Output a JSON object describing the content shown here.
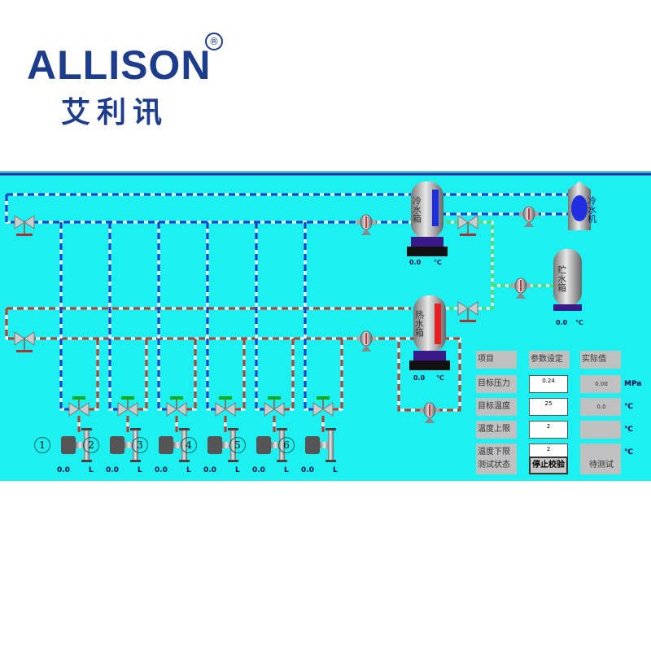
{
  "logo": {
    "brand": "ALLISON",
    "brand_cn": "艾利讯",
    "registered": "®"
  },
  "tanks": {
    "cold": "冷水箱",
    "hot": "热水箱",
    "storage": "贮水箱",
    "chiller": "冷水机",
    "cold_temp": "0.0",
    "hot_temp": "0.0",
    "storage_temp": "0.0",
    "temp_unit": "℃"
  },
  "stations": [
    {
      "num": "1",
      "value": "0.0",
      "unit": "L"
    },
    {
      "num": "2",
      "value": "0.0",
      "unit": "L"
    },
    {
      "num": "3",
      "value": "0.0",
      "unit": "L"
    },
    {
      "num": "4",
      "value": "0.0",
      "unit": "L"
    },
    {
      "num": "5",
      "value": "0.0",
      "unit": "L"
    },
    {
      "num": "6",
      "value": "0.0",
      "unit": "L"
    }
  ],
  "table": {
    "headers": [
      "项目",
      "参数设定",
      "实际值"
    ],
    "rows": [
      {
        "label": "目标压力",
        "setting": "0.24",
        "actual": "0.00",
        "unit": "MPa"
      },
      {
        "label": "目标温度",
        "setting": "25",
        "actual": "0.0",
        "unit": "℃"
      },
      {
        "label": "温度上限",
        "setting": "2",
        "actual": "",
        "unit": "℃"
      },
      {
        "label": "温度下限",
        "setting": "2",
        "actual": "",
        "unit": "℃"
      }
    ],
    "status_label": "测试状态",
    "stop_button": "停止校验",
    "status_value": "待测试"
  },
  "colors": {
    "panel": "#1cf0f0",
    "cold_pipe": "#1a3cc8",
    "hot_pipe": "#c0392b",
    "green_pipe": "#5ad85a",
    "logo": "#1d3c8c"
  }
}
